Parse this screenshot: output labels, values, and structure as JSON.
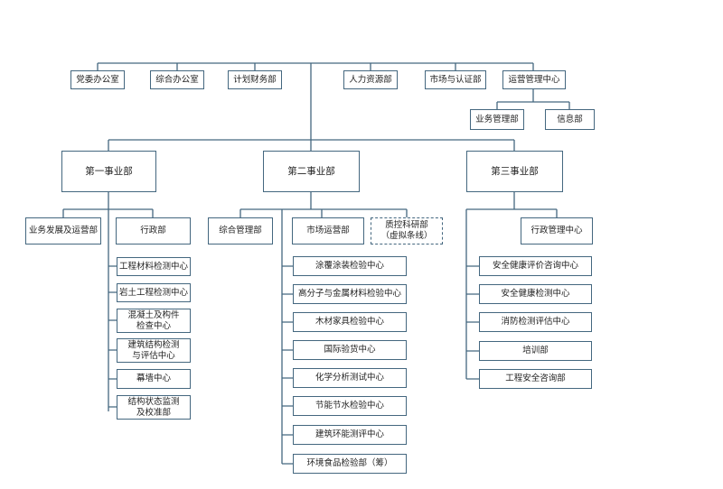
{
  "top": {
    "party_office": "党委办公室",
    "general_office": "综合办公室",
    "finance": "计划财务部",
    "hr": "人力资源部",
    "market_cert": "市场与认证部",
    "ops_center": "运营管理中心",
    "business_mgmt": "业务管理部",
    "info_dept": "信息部"
  },
  "div1": {
    "title": "第一事业部",
    "biz_dev": "业务发展及运营部",
    "admin": "行政部",
    "centers": [
      "工程材料检测中心",
      "岩土工程检测中心",
      "混凝土及构件\n检查中心",
      "建筑结构检测\n与评估中心",
      "幕墙中心",
      "结构状态监测\n及校准部"
    ]
  },
  "div2": {
    "title": "第二事业部",
    "general_mgmt": "综合管理部",
    "market_ops": "市场运营部",
    "qc_rd": "质控科研部\n（虚拟条线）",
    "centers": [
      "涂覆涂装检验中心",
      "高分子与金属材料检验中心",
      "木材家具检验中心",
      "国际验货中心",
      "化学分析测试中心",
      "节能节水检验中心",
      "建筑环能测评中心",
      "环境食品检验部（筹）"
    ]
  },
  "div3": {
    "title": "第三事业部",
    "admin_center": "行政管理中心",
    "centers": [
      "安全健康评价咨询中心",
      "安全健康检测中心",
      "消防检测评估中心",
      "培训部",
      "工程安全咨询部"
    ]
  }
}
